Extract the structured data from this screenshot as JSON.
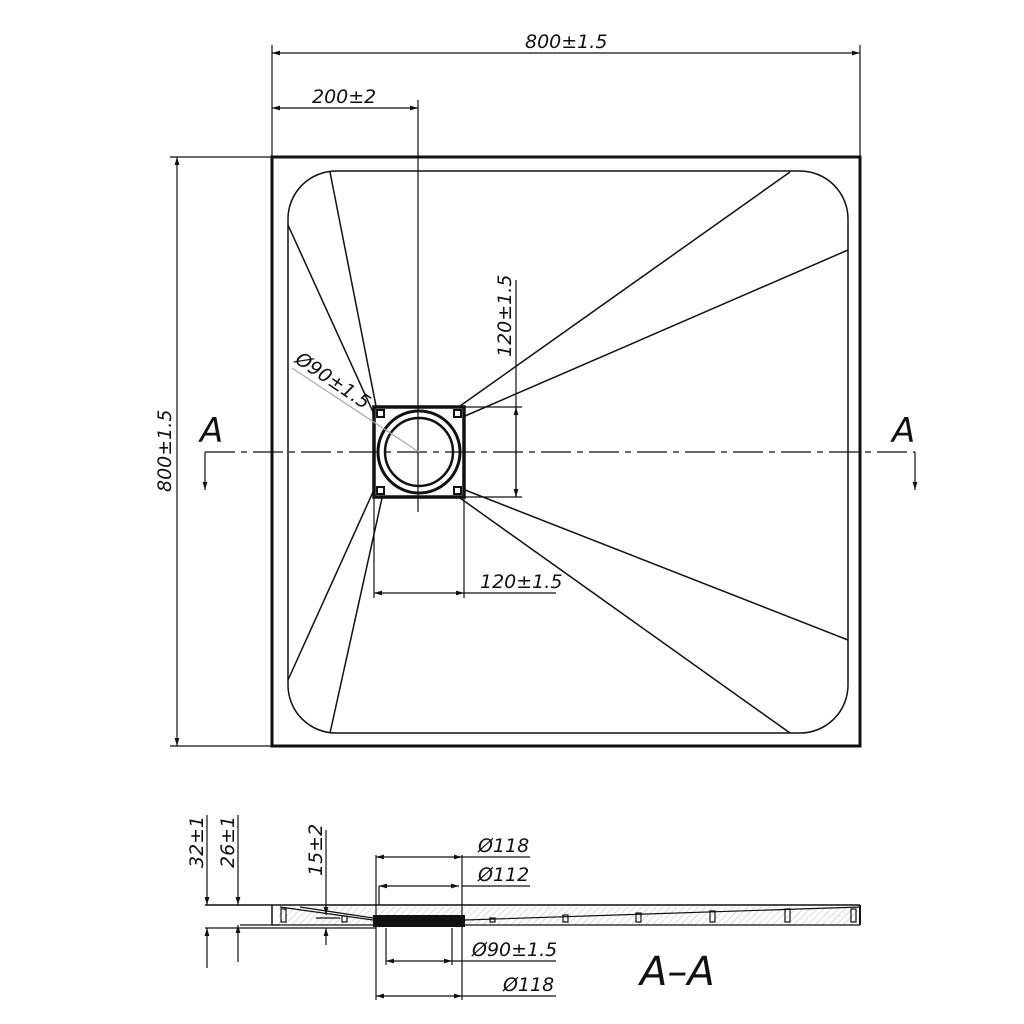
{
  "plan_view": {
    "width_dim": "800±1.5",
    "height_dim": "800±1.5",
    "drain_offset_dim": "200±2",
    "drain_height_dim": "120±1.5",
    "drain_width_dim": "120±1.5",
    "drain_diameter_dim": "Ø90±1.5",
    "section_mark_left": "A",
    "section_mark_right": "A"
  },
  "section_view": {
    "title": "A–A",
    "total_height_dim": "32±1",
    "body_height_dim": "26±1",
    "drain_depth_dim": "15±2",
    "top_dia_1": "Ø118",
    "top_dia_2": "Ø112",
    "bottom_dia_1": "Ø90±1.5",
    "bottom_dia_2": "Ø118"
  },
  "colors": {
    "line": "#111111",
    "hatch": "#bbbbbb"
  }
}
